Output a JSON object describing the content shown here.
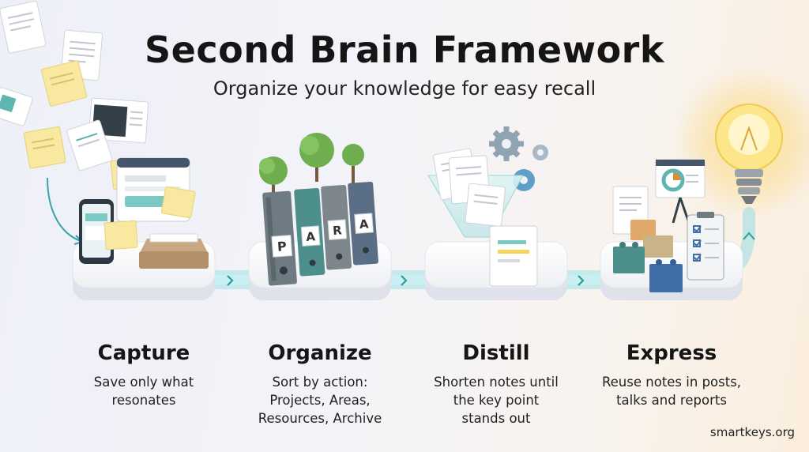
{
  "title": "Second Brain Framework",
  "subtitle": "Organize your knowledge for easy recall",
  "colors": {
    "flow_path": "#8fd8dc",
    "folder_gray": "#6f7b82",
    "folder_teal": "#4c8f8b",
    "folder_slate": "#5a6f86",
    "bulb_glow": "#fbd46a",
    "note_yellow": "#f8e8a0"
  },
  "steps": [
    {
      "title": "Capture",
      "desc": [
        "Save only what",
        "resonates"
      ],
      "icon": "capture-icon"
    },
    {
      "title": "Organize",
      "desc": [
        "Sort by action:",
        "Projects, Areas,",
        "Resources, Archive"
      ],
      "icon": "para-folders-icon"
    },
    {
      "title": "Distill",
      "desc": [
        "Shorten notes until",
        "the key point",
        "stands out"
      ],
      "icon": "funnel-icon"
    },
    {
      "title": "Express",
      "desc": [
        "Reuse notes in posts,",
        "talks and reports"
      ],
      "icon": "building-blocks-icon"
    }
  ],
  "folders": [
    "P",
    "A",
    "R",
    "A"
  ],
  "brand": "smartkeys.org"
}
